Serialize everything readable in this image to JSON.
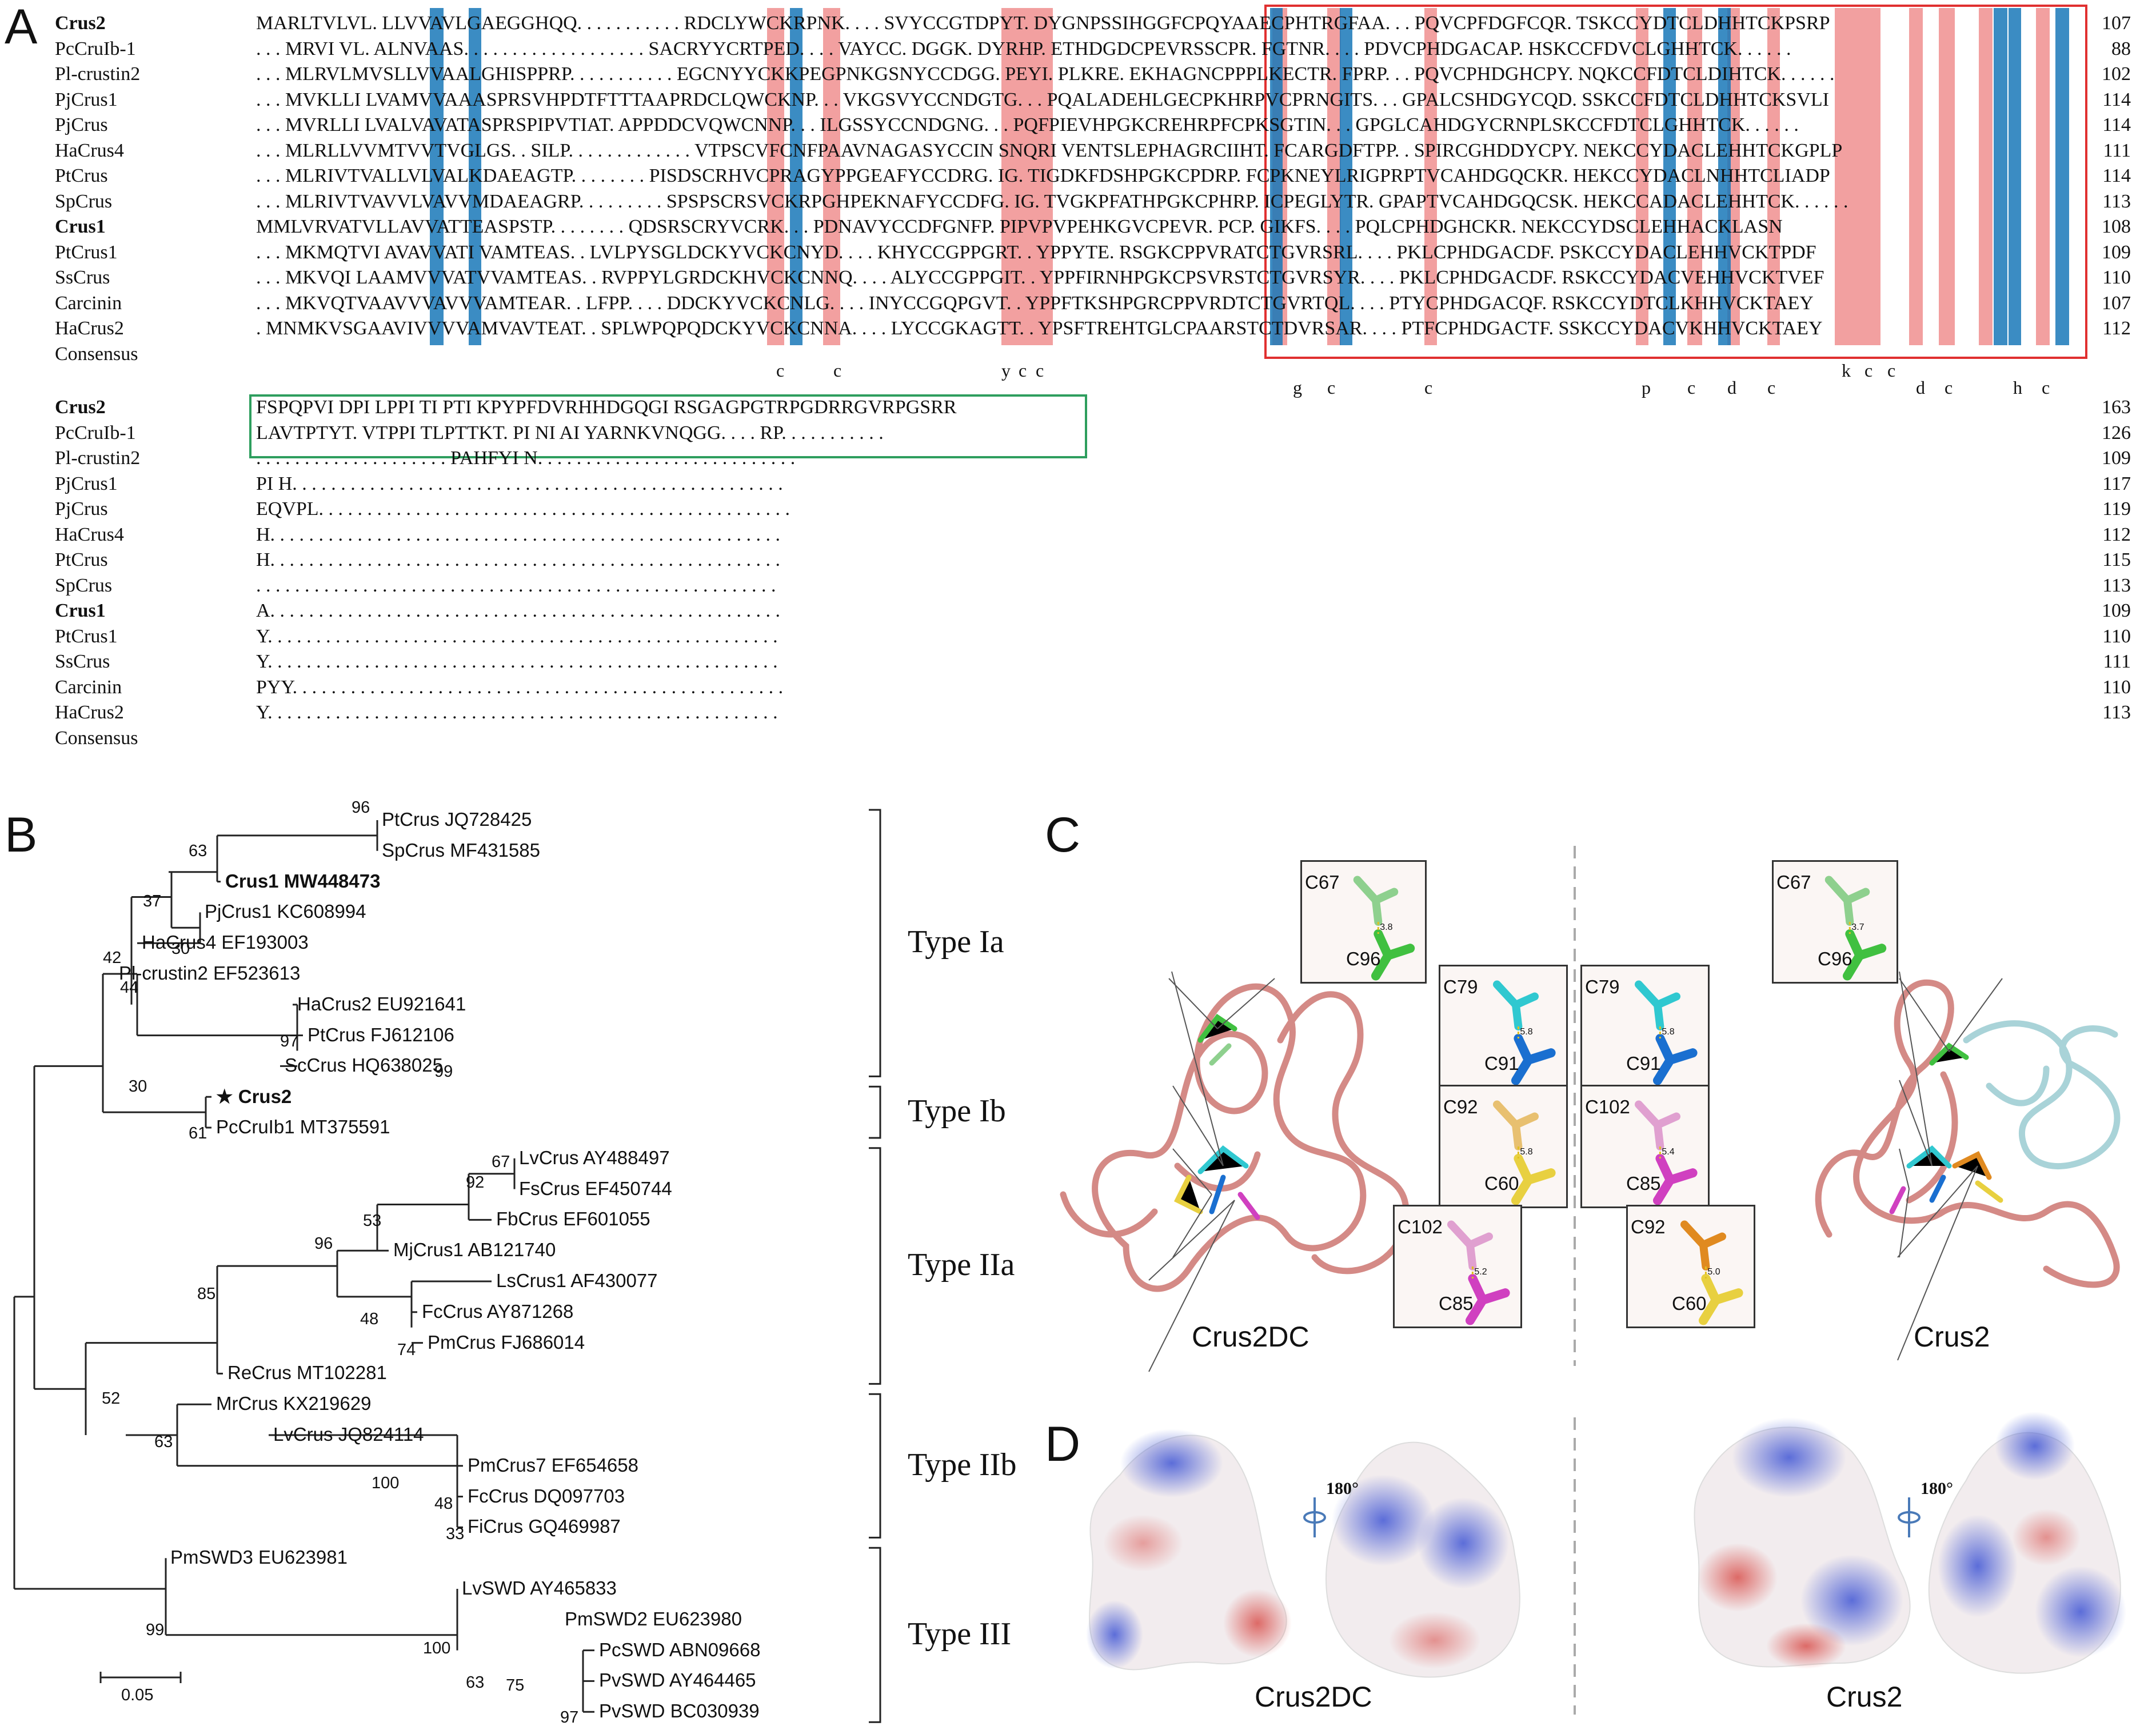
{
  "panels": {
    "a": "A",
    "b": "B",
    "c": "C",
    "d": "D"
  },
  "alignment_block1": {
    "rows": [
      {
        "name": "Crus2",
        "bold": true,
        "seq": "MARLTVLVL. LLVVAVLGAEGGHQQ. . . . . . . . . . . RDCLYWCKRPNK. . . . SVYCCGTDPYT. DYGNPSSIHGGFCPQYAAECPHTRGFAA. . . PQVCPFDGFCQR. TSKCCYDTCLDHHTCKPSRP",
        "end": "107"
      },
      {
        "name": "PcCruIb-1",
        "bold": false,
        "seq": ". . . MRVI VL. ALNVAAS. . . . . . . . . . . . . . . . . . . SACRYYCRTPED. . . . VAYCC. DGGK. DYRHP. ETHDGDCPEVRSSCPR. FGTNR. . . . PDVCPHDGACAP. HSKCCFDVCLGHHTCK. . . . . .",
        "end": "88"
      },
      {
        "name": "Pl-crustin2",
        "bold": false,
        "seq": ". . . MLRVLMVSLLVVAALGHISPPRP. . . . . . . . . . . EGCNYYCKKPEGPNKGSNYCCDGG. PEYI. PLKRE. EKHAGNCPPPLKECTR. FPRP. . . PQVCPHDGHCPY. NQKCCFDTCLDIHTCK. . . . . .",
        "end": "102"
      },
      {
        "name": "PjCrus1",
        "bold": false,
        "seq": ". . . MVKLLI LVAMVVAAASPRSVHPDTFTTTAAPRDCLQWCKNP. . . VKGSVYCCNDGTG. . . PQALADEHLGECPKHRPVCPRNGITS. . . GPALCSHDGYCQD. SSKCCFDTCLDHHTCKSVLI",
        "end": "114"
      },
      {
        "name": "PjCrus",
        "bold": false,
        "seq": ". . . MVRLLI LVALVAVATASPRSPIPVTIAT. APPDDCVQWCNNP. . . ILGSSYCCNDGNG. . . PQFPIEVHPGKCREHRPFCPKSGTIN. . . GPGLCAHDGYCRNPLSKCCFDTCLGHHTCK. . . . . .",
        "end": "114"
      },
      {
        "name": "HaCrus4",
        "bold": false,
        "seq": ". . . MLRLLVVMTVVTVGLGS. . SILP. . . . . . . . . . . . . VTPSCVFCNFPAAVNAGASYCCIN SNQRI VENTSLEPHAGRCIIHT. FCARGDFTPP. . SPIRCGHDDYCPY. NEKCCYDACLEHHTCKGPLP",
        "end": "111"
      },
      {
        "name": "PtCrus",
        "bold": false,
        "seq": ". . . MLRIVTVALLVLVALKDAEAGTP. . . . . . . . PISDSCRHVCPRAGYPPGEAFYCCDRG. IG. TIGDKFDSHPGKCPDRP. FCPKNEYLRIGPRPTVCAHDGQCKR. HEKCCYDACLNHHTCLIADP",
        "end": "114"
      },
      {
        "name": "SpCrus",
        "bold": false,
        "seq": ". . . MLRIVTVAVVLVAVVMDAEAGRP. . . . . . . . . SPSPSCRSVCKRPGHPEKNAFYCCDFG. IG. TVGKPFATHPGKCPHRP. ICPEGLYTR. GPAPTVCAHDGQCSK. HEKCCADACLEHHTCK. . . . . .",
        "end": "113"
      },
      {
        "name": "Crus1",
        "bold": true,
        "seq": "MMLVRVATVLLAVVATTEASPSTP. . . . . . . . QDSRSCRYVCRK. . . PDNAVYCCDFGNFP. PIPVPVPEHKGVCPEVR. PCP. GIKFS. . . . PQLCPHDGHCKR. NEKCCYDSCLEHHACKLASN",
        "end": "108"
      },
      {
        "name": "PtCrus1",
        "bold": false,
        "seq": ". . . MKMQTVI AVAVVATI VAMTEAS. . LVLPYSGLDCKYVCKCNYD. . . . KHYCCGPPGRT. . YPPYTE. RSGKCPPVRATCTGVRSRL. . . . PKLCPHDGACDF. PSKCCYDACLEHHVCKTPDF",
        "end": "109"
      },
      {
        "name": "SsCrus",
        "bold": false,
        "seq": ". . . MKVQI LAAMVVVATVVAMTEAS. . RVPPYLGRDCKHVCKCNNQ. . . . ALYCCGPPGIT. . YPPFIRNHPGKCPSVRSTCTGVRSYR. . . . PKLCPHDGACDF. RSKCCYDACVEHHVCKTVEF",
        "end": "110"
      },
      {
        "name": "Carcinin",
        "bold": false,
        "seq": ". . . MKVQTVAAVVVAVVVAMTEAR. . LFPP. . . . DDCKYVCKCNLG. . . . INYCCGQPGVT. . YPPFTKSHPGRCPPVRDTCTGVRTQL. . . . PTYCPHDGACQF. RSKCCYDTCLKHHVCKTAEY",
        "end": "107"
      },
      {
        "name": "HaCrus2",
        "bold": false,
        "seq": ". MNMKVSGAAVIVVVVAMVAVTEAT. . SPLWPQPQDCKYVCKCNNA. . . . LYCCGKAGTT. . YPSFTREHTGLCPAARSTCTDVRSAR. . . . PTFCPHDGACTF. SSKCCYDACVKHHVCKTAEY",
        "end": "112"
      },
      {
        "name": "Consensus",
        "bold": false,
        "seq": "",
        "end": ""
      }
    ],
    "consensus": [
      {
        "ch": "c"
      },
      {
        "ch": "c"
      },
      {
        "ch": "y"
      },
      {
        "ch": "c"
      },
      {
        "ch": "c"
      },
      {
        "ch": "g"
      },
      {
        "ch": "c"
      },
      {
        "ch": "c"
      },
      {
        "ch": "p"
      },
      {
        "ch": "c"
      },
      {
        "ch": "d"
      },
      {
        "ch": "c"
      },
      {
        "ch": "k"
      },
      {
        "ch": "c"
      },
      {
        "ch": "c"
      },
      {
        "ch": "d"
      },
      {
        "ch": "c"
      },
      {
        "ch": "h"
      },
      {
        "ch": "c"
      }
    ]
  },
  "alignment_block2": {
    "rows": [
      {
        "name": "Crus2",
        "bold": true,
        "seq": "FSPQPVI DPI LPPI TI PTI KPYPFDVRHHDGQGI RSGAGPGTRPGDRRGVRPGSRR",
        "end": "163"
      },
      {
        "name": "PcCruIb-1",
        "bold": false,
        "seq": "LAVTPTYT. VTPPI TLPTTKT. PI NI AI YARNKVNQGG. . . . RP. . . . . . . . . . .",
        "end": "126"
      },
      {
        "name": "Pl-crustin2",
        "bold": false,
        "seq": ". . . . . . . . . . . . . . . . . . . . PAHFYI N. . . . . . . . . . . . . . . . . . . . . . . . . . .",
        "end": "109"
      },
      {
        "name": "PjCrus1",
        "bold": false,
        "seq": "PI H. . . . . . . . . . . . . . . . . . . . . . . . . . . . . . . . . . . . . . . . . . . . . . . . . . .",
        "end": "117"
      },
      {
        "name": "PjCrus",
        "bold": false,
        "seq": "EQVPL. . . . . . . . . . . . . . . . . . . . . . . . . . . . . . . . . . . . . . . . . . . . . . . . .",
        "end": "119"
      },
      {
        "name": "HaCrus4",
        "bold": false,
        "seq": "H. . . . . . . . . . . . . . . . . . . . . . . . . . . . . . . . . . . . . . . . . . . . . . . . . . . . .",
        "end": "112"
      },
      {
        "name": "PtCrus",
        "bold": false,
        "seq": "H. . . . . . . . . . . . . . . . . . . . . . . . . . . . . . . . . . . . . . . . . . . . . . . . . . . . .",
        "end": "115"
      },
      {
        "name": "SpCrus",
        "bold": false,
        "seq": ". . . . . . . . . . . . . . . . . . . . . . . . . . . . . . . . . . . . . . . . . . . . . . . . . . . . . .",
        "end": "113"
      },
      {
        "name": "Crus1",
        "bold": true,
        "seq": "A. . . . . . . . . . . . . . . . . . . . . . . . . . . . . . . . . . . . . . . . . . . . . . . . . . . . .",
        "end": "109"
      },
      {
        "name": "PtCrus1",
        "bold": false,
        "seq": "Y. . . . . . . . . . . . . . . . . . . . . . . . . . . . . . . . . . . . . . . . . . . . . . . . . . . . .",
        "end": "110"
      },
      {
        "name": "SsCrus",
        "bold": false,
        "seq": "Y. . . . . . . . . . . . . . . . . . . . . . . . . . . . . . . . . . . . . . . . . . . . . . . . . . . . .",
        "end": "111"
      },
      {
        "name": "Carcinin",
        "bold": false,
        "seq": "PYY. . . . . . . . . . . . . . . . . . . . . . . . . . . . . . . . . . . . . . . . . . . . . . . . . . .",
        "end": "110"
      },
      {
        "name": "HaCrus2",
        "bold": false,
        "seq": "Y. . . . . . . . . . . . . . . . . . . . . . . . . . . . . . . . . . . . . . . . . . . . . . . . . . . . .",
        "end": "113"
      },
      {
        "name": "Consensus",
        "bold": false,
        "seq": "",
        "end": ""
      }
    ]
  },
  "tree": {
    "tips": [
      {
        "label": "PtCrus JQ728425",
        "bold": false
      },
      {
        "label": "SpCrus MF431585",
        "bold": false
      },
      {
        "label": "Crus1 MW448473",
        "bold": true
      },
      {
        "label": "PjCrus1 KC608994",
        "bold": false
      },
      {
        "label": "HaCrus4 EF193003",
        "bold": false
      },
      {
        "label": "Pl-crustin2 EF523613",
        "bold": false
      },
      {
        "label": "HaCrus2 EU921641",
        "bold": false
      },
      {
        "label": "PtCrus FJ612106",
        "bold": false
      },
      {
        "label": "ScCrus HQ638025",
        "bold": false
      },
      {
        "label": "★ Crus2",
        "bold": true
      },
      {
        "label": "PcCruIb1 MT375591",
        "bold": false
      },
      {
        "label": "LvCrus AY488497",
        "bold": false
      },
      {
        "label": "FsCrus EF450744",
        "bold": false
      },
      {
        "label": "FbCrus EF601055",
        "bold": false
      },
      {
        "label": "MjCrus1 AB121740",
        "bold": false
      },
      {
        "label": "LsCrus1 AF430077",
        "bold": false
      },
      {
        "label": "FcCrus AY871268",
        "bold": false
      },
      {
        "label": "PmCrus FJ686014",
        "bold": false
      },
      {
        "label": "ReCrus MT102281",
        "bold": false
      },
      {
        "label": "MrCrus KX219629",
        "bold": false
      },
      {
        "label": "LvCrus JQ824114",
        "bold": false
      },
      {
        "label": "PmCrus7 EF654658",
        "bold": false
      },
      {
        "label": "FcCrus DQ097703",
        "bold": false
      },
      {
        "label": "FiCrus GQ469987",
        "bold": false
      },
      {
        "label": "PmSWD3 EU623981",
        "bold": false
      },
      {
        "label": "LvSWD AY465833",
        "bold": false
      },
      {
        "label": "PmSWD2 EU623980",
        "bold": false
      },
      {
        "label": "PcSWD ABN09668",
        "bold": false
      },
      {
        "label": "PvSWD AY464465",
        "bold": false
      },
      {
        "label": "PvSWD BC030939",
        "bold": false
      }
    ],
    "bootstrap": [
      "96",
      "63",
      "37",
      "30",
      "42",
      "44",
      "97",
      "99",
      "30",
      "61",
      "67",
      "92",
      "53",
      "96",
      "48",
      "74",
      "85",
      "52",
      "63",
      "100",
      "48",
      "33",
      "99",
      "100",
      "63",
      "75",
      "97"
    ],
    "types": [
      "Type Ia",
      "Type Ib",
      "Type IIa",
      "Type IIb",
      "Type III"
    ],
    "scale": "0.05"
  },
  "structure": {
    "left_name": "Crus2DC",
    "right_name": "Crus2",
    "left_pairs": [
      {
        "a": "C67",
        "b": "C96",
        "d": "3.8"
      },
      {
        "a": "C79",
        "b": "C91",
        "d": "5.8"
      },
      {
        "a": "C92",
        "b": "C60",
        "d": "5.8"
      },
      {
        "a": "C102",
        "b": "C85",
        "d": "5.2"
      }
    ],
    "right_pairs": [
      {
        "a": "C67",
        "b": "C96",
        "d": "3.7"
      },
      {
        "a": "C79",
        "b": "C91",
        "d": "5.8"
      },
      {
        "a": "C102",
        "b": "C85",
        "d": "5.4"
      },
      {
        "a": "C92",
        "b": "C60",
        "d": "5.0"
      }
    ],
    "colors": {
      "ribbon": "#d48a86",
      "ribbon_alt": "#a9d3d8",
      "inset_border": "#333333"
    }
  },
  "surface": {
    "rotation": "180°",
    "left_name": "Crus2DC",
    "right_name": "Crus2",
    "colors": {
      "positive": "#4b5fd6",
      "negative": "#d9534f",
      "neutral": "#f4eeee"
    }
  },
  "box_colors": {
    "red_box": "#e03030",
    "green_box": "#2e9e5e",
    "highlight_red": "#f2a0a0",
    "highlight_blue": "#1978b8"
  }
}
